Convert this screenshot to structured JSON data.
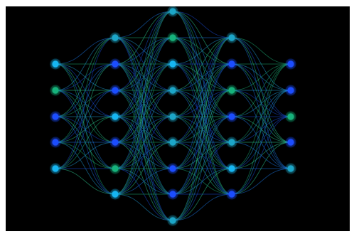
{
  "image": {
    "subject": "neural-network-graphic",
    "background_color": "#000000",
    "colors": {
      "cyan": "#19b6f2",
      "blue": "#1a4dff",
      "green": "#15b37b",
      "teal": "#1ea6c8"
    },
    "layers": [
      {
        "name": "input-layer",
        "nodes": [
          "cyan",
          "green",
          "blue",
          "blue",
          "cyan"
        ]
      },
      {
        "name": "hidden-layer-1",
        "nodes": [
          "teal",
          "blue",
          "blue",
          "cyan",
          "blue",
          "green",
          "cyan"
        ]
      },
      {
        "name": "hidden-layer-2",
        "nodes": [
          "teal",
          "green",
          "cyan",
          "teal",
          "teal",
          "teal",
          "blue",
          "blue",
          "teal"
        ]
      },
      {
        "name": "hidden-layer-3",
        "nodes": [
          "teal",
          "blue",
          "green",
          "blue",
          "teal",
          "cyan",
          "blue"
        ]
      },
      {
        "name": "output-layer",
        "nodes": [
          "blue",
          "blue",
          "green",
          "blue",
          "teal"
        ]
      }
    ]
  }
}
